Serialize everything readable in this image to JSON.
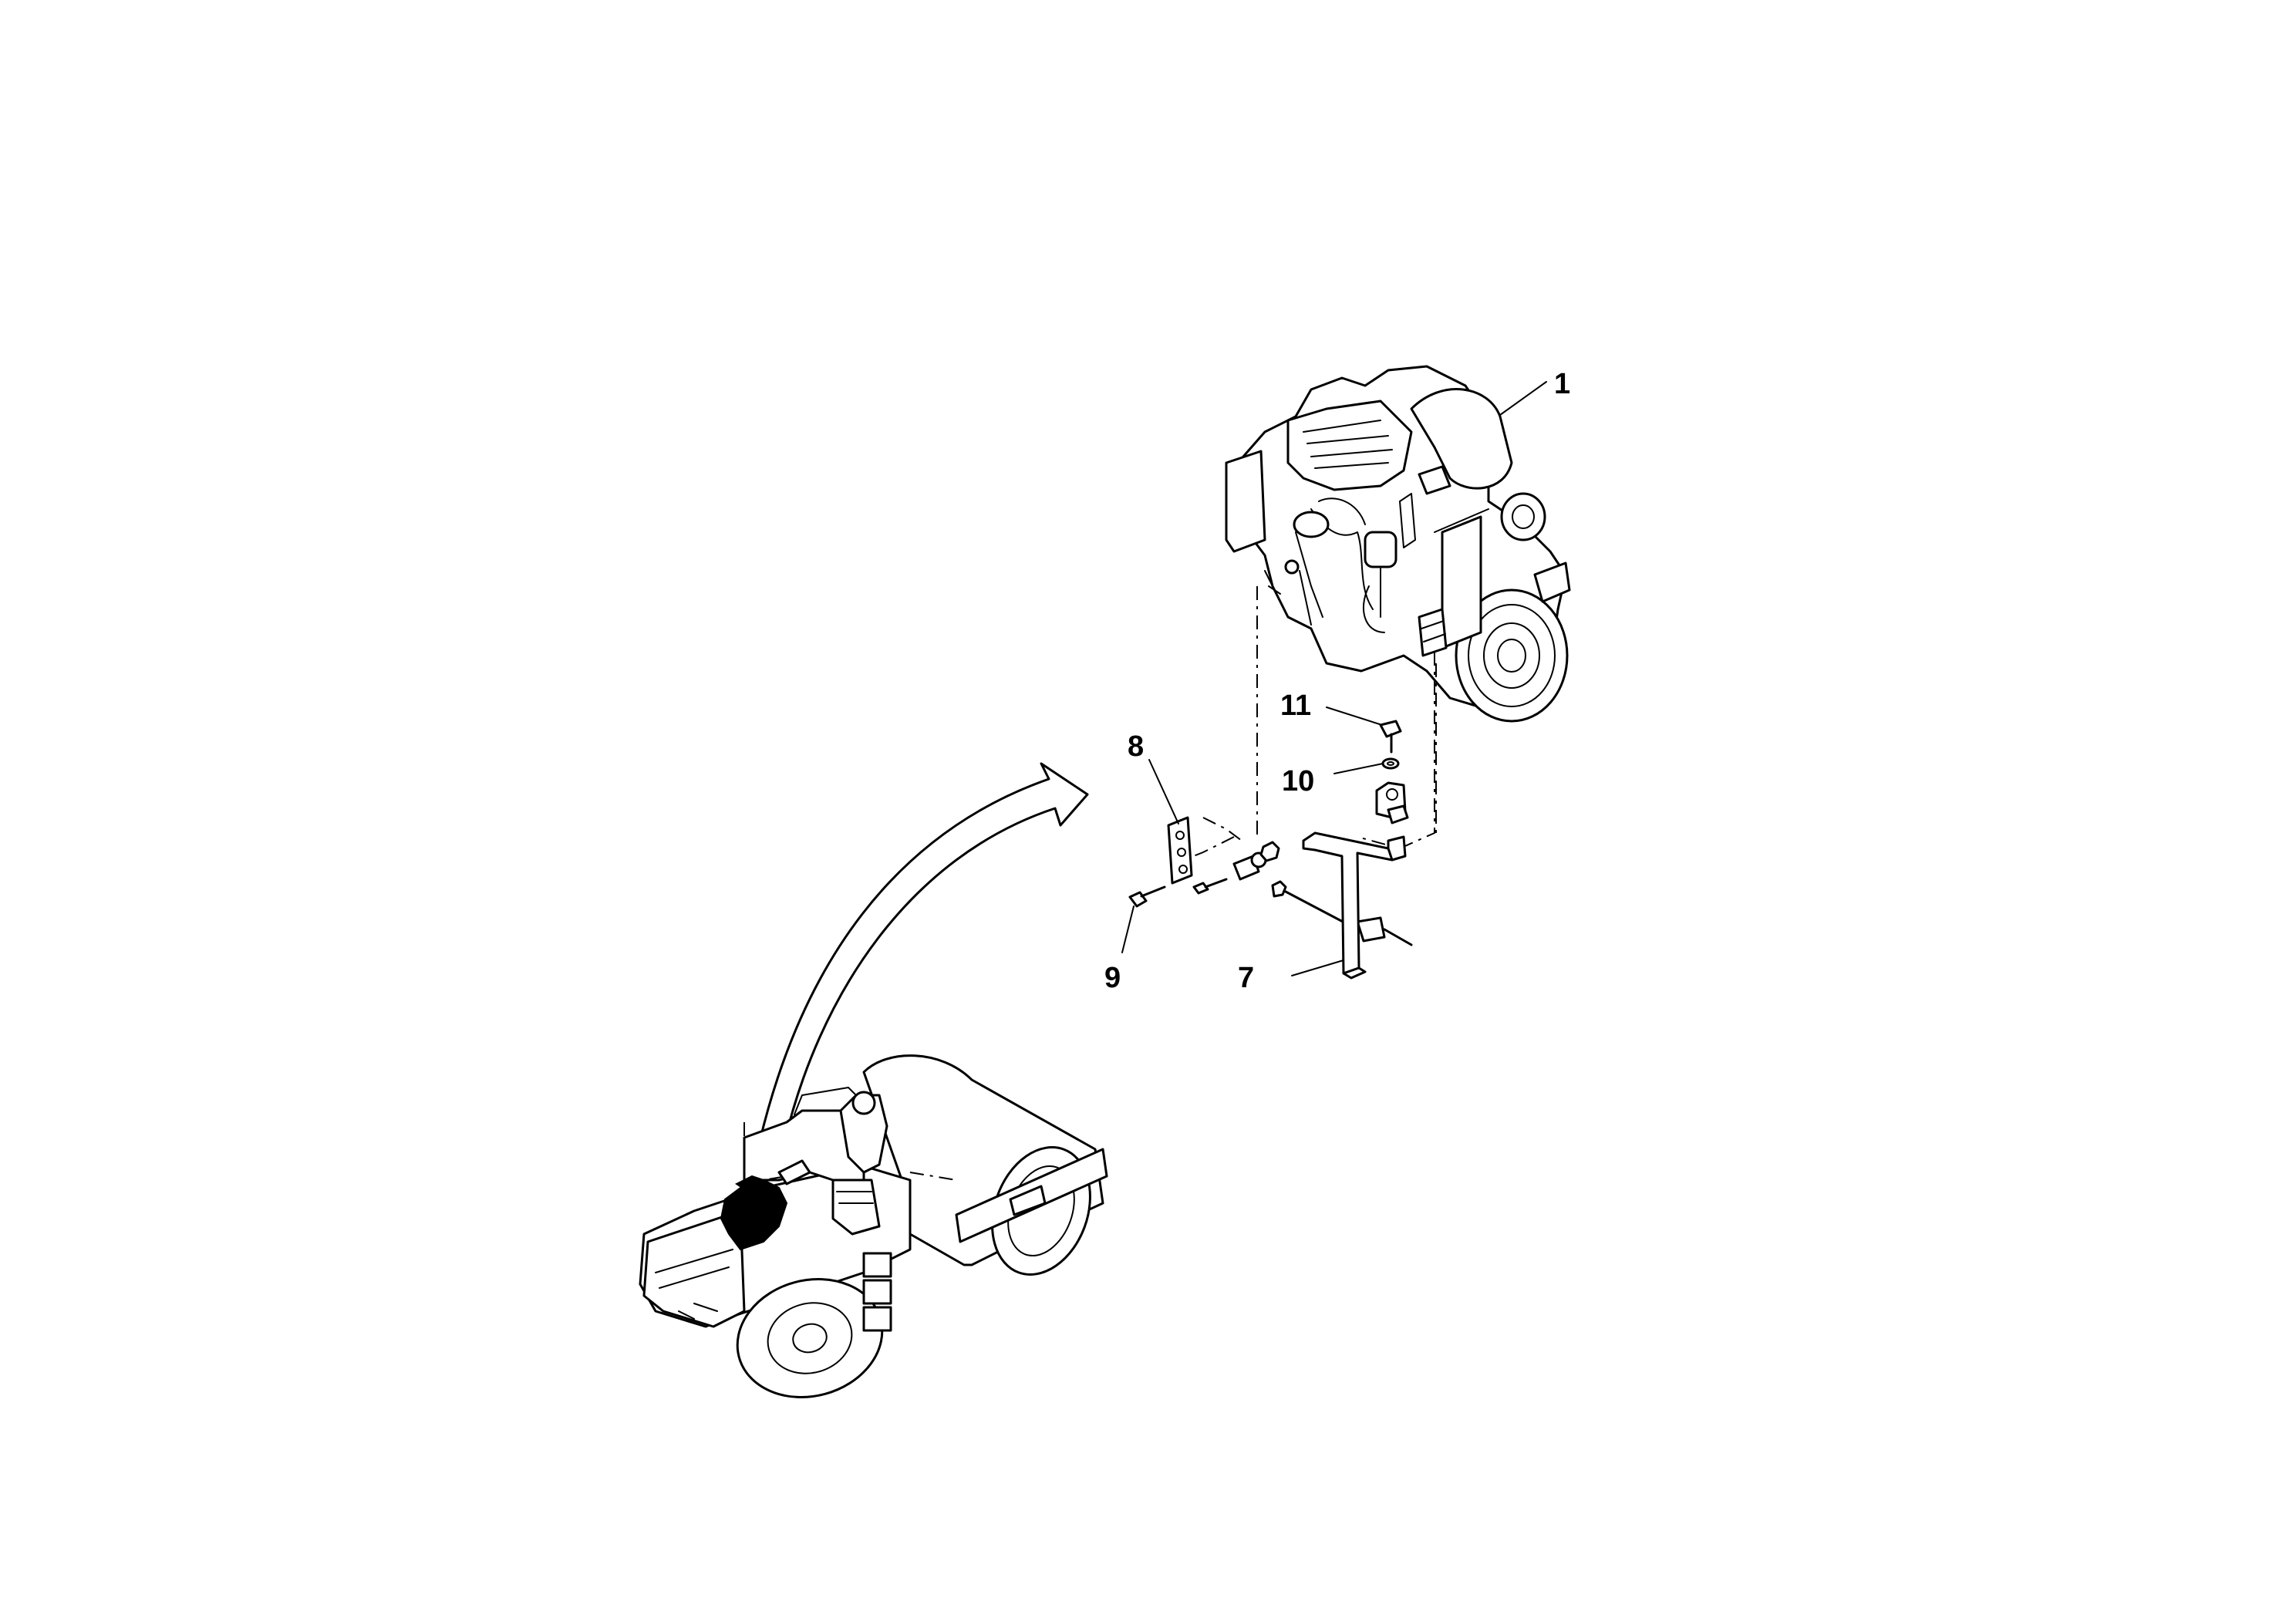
{
  "callouts": {
    "c1": "1",
    "c7": "7",
    "c8": "8",
    "c9": "9",
    "c10": "10",
    "c11": "11"
  },
  "colors": {
    "line": "#000000",
    "background": "#ffffff"
  }
}
